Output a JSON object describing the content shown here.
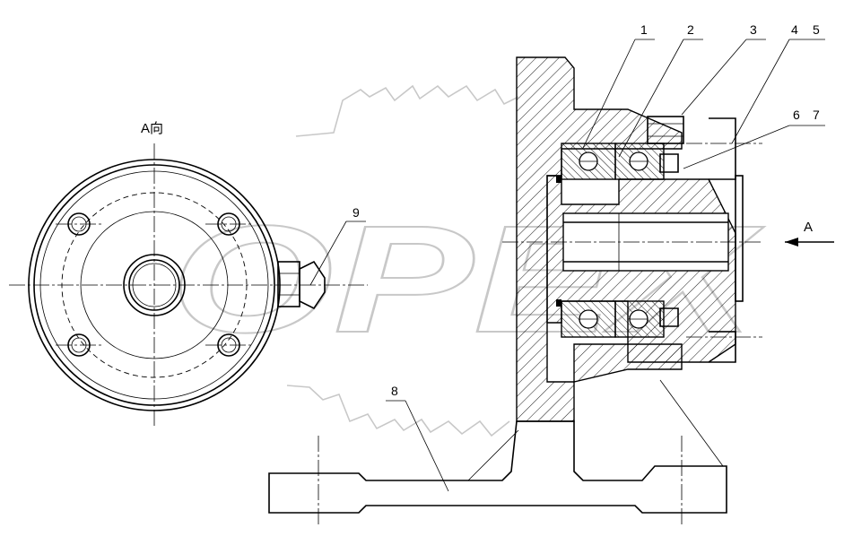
{
  "view_label": "A向",
  "arrow_label": "A",
  "callouts": [
    {
      "id": "callout-1",
      "text": "1"
    },
    {
      "id": "callout-2",
      "text": "2"
    },
    {
      "id": "callout-3",
      "text": "3"
    },
    {
      "id": "callout-4",
      "text": "4"
    },
    {
      "id": "callout-5",
      "text": "5"
    },
    {
      "id": "callout-6",
      "text": "6"
    },
    {
      "id": "callout-7",
      "text": "7"
    },
    {
      "id": "callout-8",
      "text": "8"
    },
    {
      "id": "callout-9",
      "text": "9"
    }
  ],
  "watermark": "OPEX",
  "colors": {
    "line": "#000000",
    "watermark": "#c8c8c8",
    "background": "#ffffff"
  }
}
